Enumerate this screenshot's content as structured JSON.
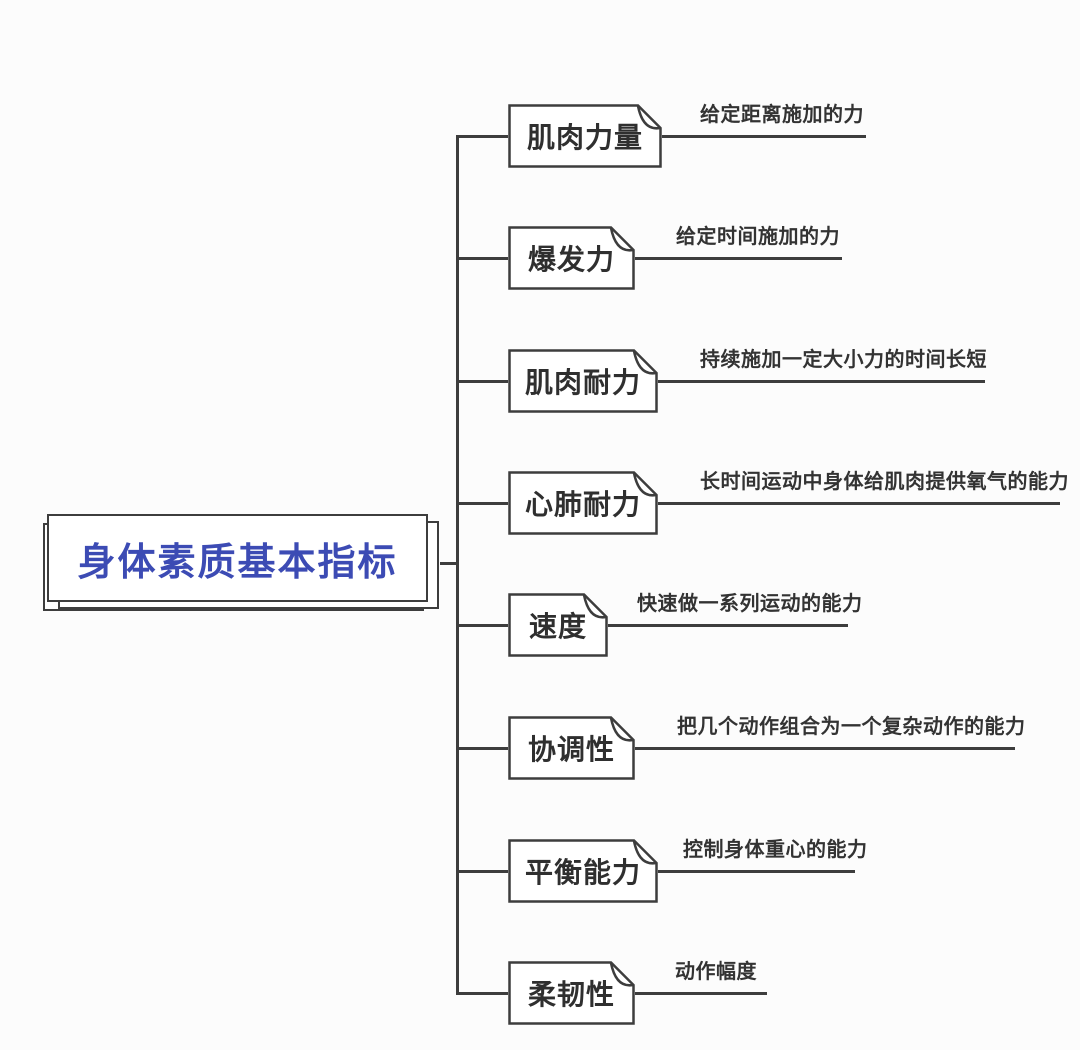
{
  "diagram": {
    "background": "#fcfcfc",
    "line_color": "#3d3d3d",
    "root": {
      "label": "身体素质基本指标",
      "text_color": "#3c4bb4"
    },
    "branches": [
      {
        "label": "肌肉力量",
        "desc": "给定距离施加的力"
      },
      {
        "label": "爆发力",
        "desc": "给定时间施加的力"
      },
      {
        "label": "肌肉耐力",
        "desc": "持续施加一定大小力的时间长短"
      },
      {
        "label": "心肺耐力",
        "desc": "长时间运动中身体给肌肉提供氧气的能力"
      },
      {
        "label": "速度",
        "desc": "快速做一系列运动的能力"
      },
      {
        "label": "协调性",
        "desc": "把几个动作组合为一个复杂动作的能力"
      },
      {
        "label": "平衡能力",
        "desc": "控制身体重心的能力"
      },
      {
        "label": "柔韧性",
        "desc": "动作幅度"
      }
    ]
  }
}
